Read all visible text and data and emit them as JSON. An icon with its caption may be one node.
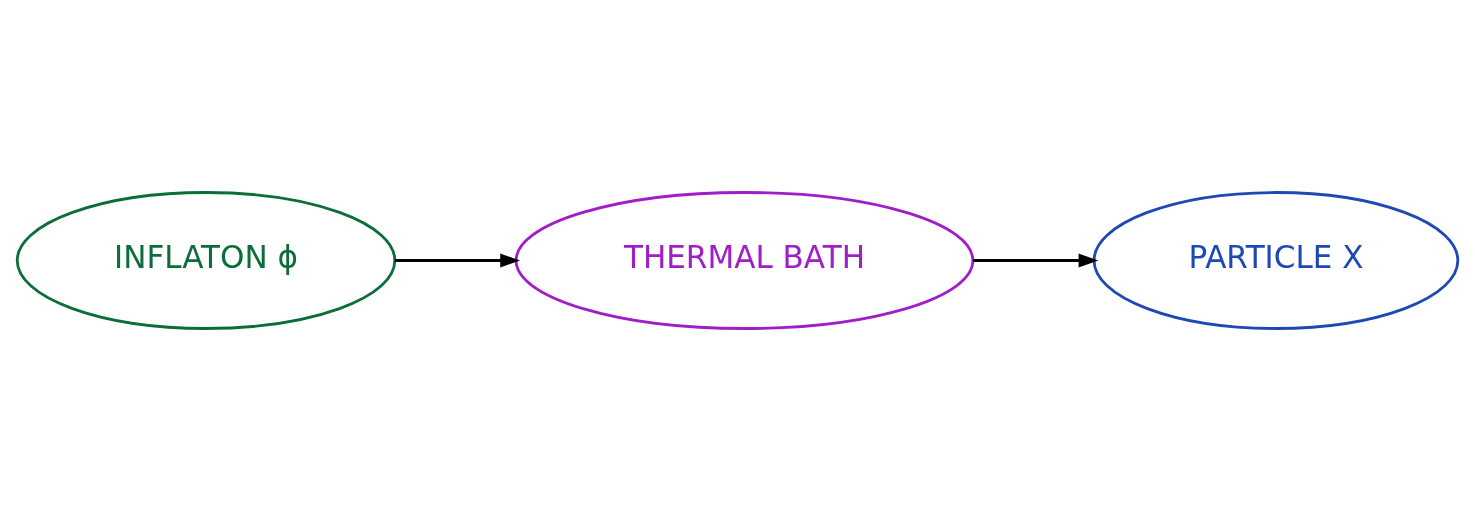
{
  "diagram": {
    "nodes": [
      {
        "text": [
          "INFLATON ϕ"
        ]
      },
      {
        "text": [
          "THERMAL BATH"
        ]
      },
      {
        "text": [
          "PARTICLE X"
        ]
      }
    ],
    "edges": [
      {
        "from": 0,
        "to": 1,
        "arrow": "to"
      },
      {
        "from": 1,
        "to": 2,
        "arrow": "to"
      }
    ]
  }
}
